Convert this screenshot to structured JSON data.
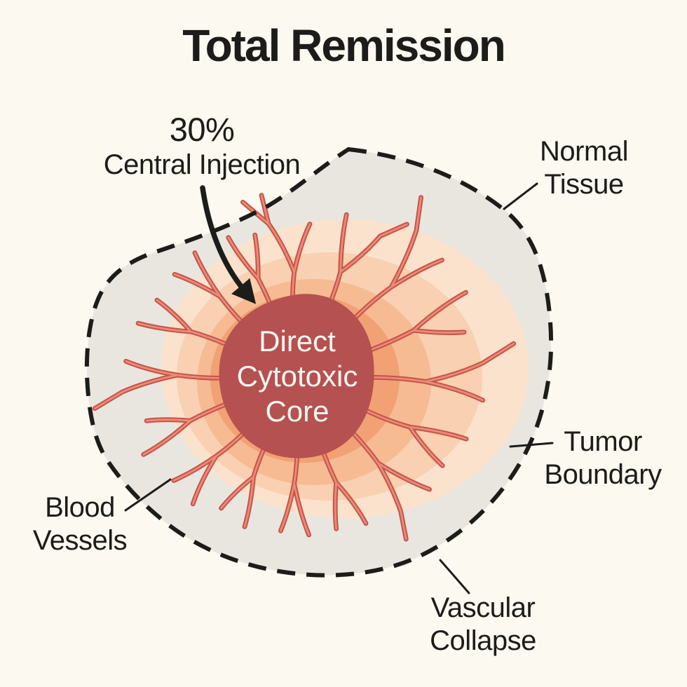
{
  "title": "Total Remission",
  "diagram": {
    "labels": {
      "injection": {
        "lines": [
          "30%",
          "Central Injection"
        ]
      },
      "normal_tissue": {
        "lines": [
          "Normal",
          "Tissue"
        ]
      },
      "tumor_boundary": {
        "lines": [
          "Tumor",
          "Boundary"
        ]
      },
      "blood_vessels": {
        "lines": [
          "Blood",
          "Vessels"
        ]
      },
      "vascular_collapse": {
        "lines": [
          "Vascular",
          "Collapse"
        ]
      },
      "core": {
        "lines": [
          "Direct",
          "Cytotoxic",
          "Core"
        ]
      }
    },
    "colors": {
      "background": "#fbf9f0",
      "tissue": "#e9e6df",
      "ring_outer": "#fbe2cc",
      "ring_mid_outer": "#f9d0b1",
      "ring_mid_inner": "#f6bb92",
      "ring_inner": "#f1a173",
      "core": "#b55150",
      "core_text": "#fdf6f0",
      "vessel_dark": "#c4544a",
      "vessel_light": "#ec8a77",
      "ink": "#1c1c1a"
    }
  }
}
